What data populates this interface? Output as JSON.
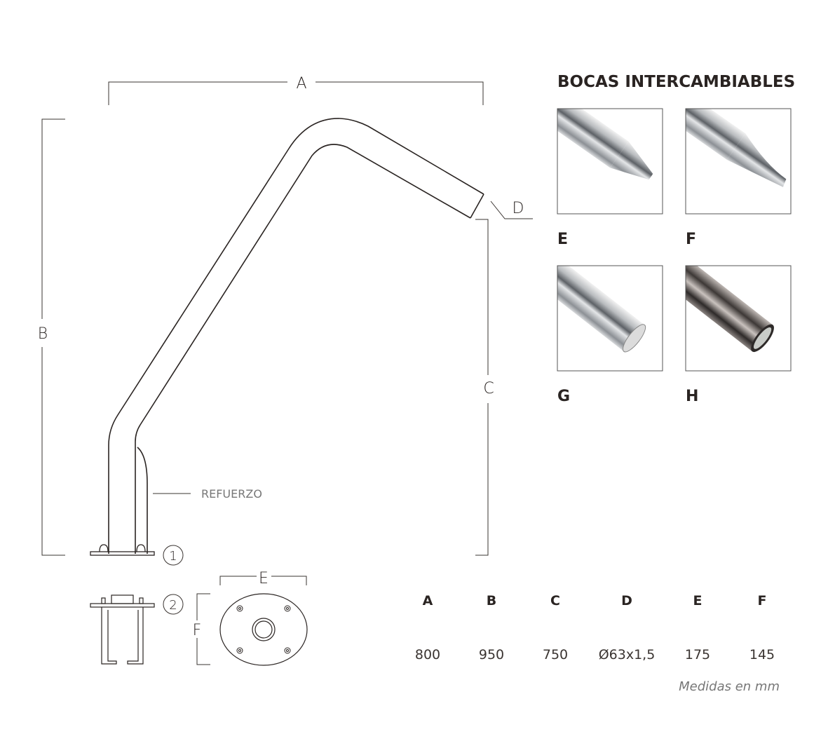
{
  "drawing": {
    "dim_a": "A",
    "dim_b": "B",
    "dim_c": "C",
    "dim_d": "D",
    "dim_e": "E",
    "dim_f": "F",
    "reinforcement_label": "REFUERZO",
    "callout_1": "1",
    "callout_2": "2"
  },
  "nozzles": {
    "title": "BOCAS INTERCAMBIABLES",
    "items": [
      {
        "label": "E"
      },
      {
        "label": "F"
      },
      {
        "label": "G"
      },
      {
        "label": "H"
      }
    ]
  },
  "table": {
    "headers": [
      "A",
      "B",
      "C",
      "D",
      "E",
      "F"
    ],
    "values": [
      "800",
      "950",
      "750",
      "Ø63x1,5",
      "175",
      "145"
    ],
    "note": "Medidas en mm"
  }
}
